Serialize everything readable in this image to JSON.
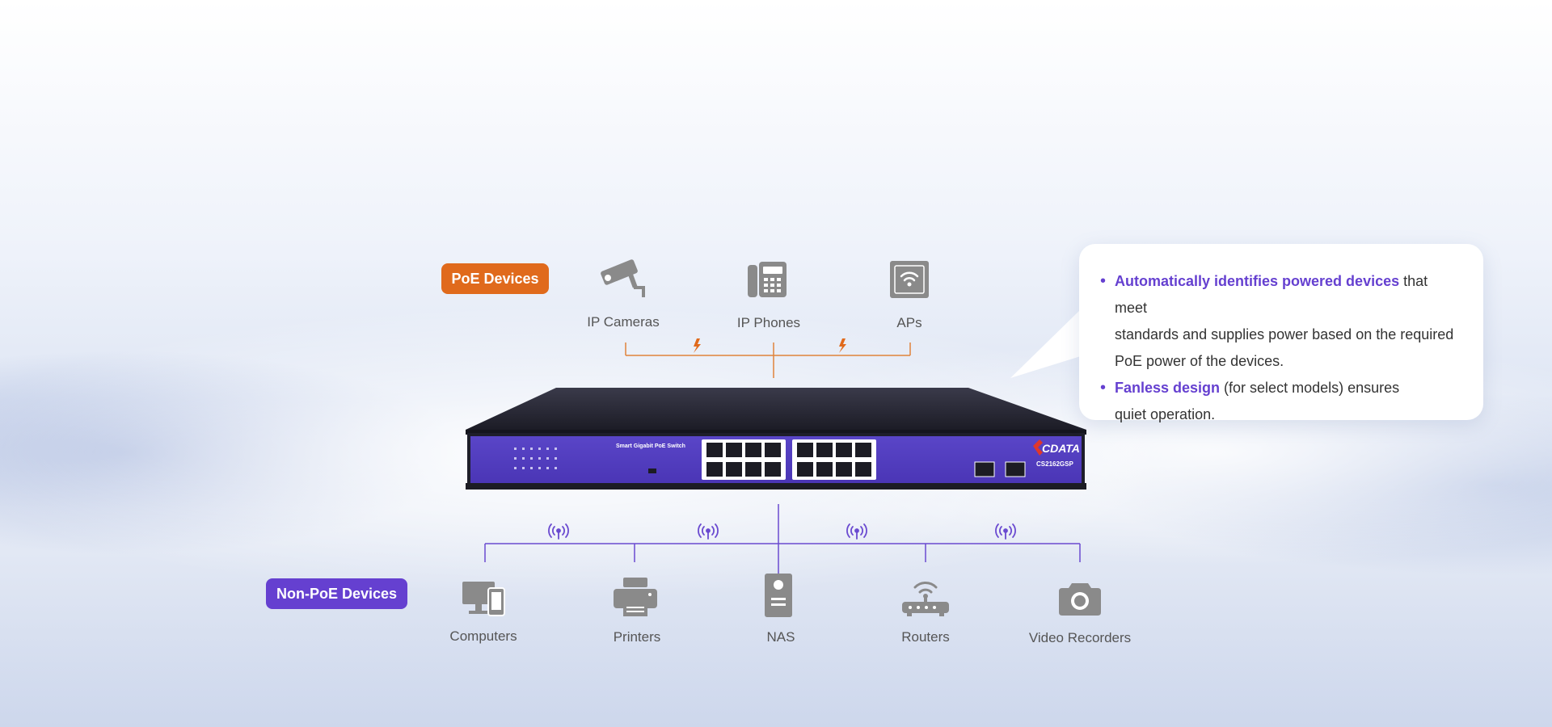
{
  "tags": {
    "poe": "PoE Devices",
    "non_poe": "Non-PoE Devices"
  },
  "poe_devices": [
    {
      "label": "IP Cameras",
      "icon": "security-camera-icon"
    },
    {
      "label": "IP Phones",
      "icon": "desk-phone-icon"
    },
    {
      "label": "APs",
      "icon": "wifi-access-point-icon"
    }
  ],
  "non_poe_devices": [
    {
      "label": "Computers",
      "icon": "computer-phone-icon"
    },
    {
      "label": "Printers",
      "icon": "printer-icon"
    },
    {
      "label": "NAS",
      "icon": "nas-icon"
    },
    {
      "label": "Routers",
      "icon": "router-icon"
    },
    {
      "label": "Video Recorders",
      "icon": "camera-icon"
    }
  ],
  "switch": {
    "panel_title": "Smart Gigabit PoE Switch",
    "brand": "CDATA",
    "model": "CS2162GSP"
  },
  "callout": {
    "item1_highlight": "Automatically identifies powered devices",
    "item1_rest_a": " that meet",
    "item1_rest_b": "standards and supplies power based on the required",
    "item1_rest_c": "PoE power of the devices.",
    "item2_highlight": "Fanless design",
    "item2_rest_a": " (for select models) ensures",
    "item2_rest_b": "quiet operation."
  },
  "colors": {
    "poe_accent": "#e06a1c",
    "non_poe_accent": "#6540d0",
    "icon_gray": "#8a8a8a"
  }
}
